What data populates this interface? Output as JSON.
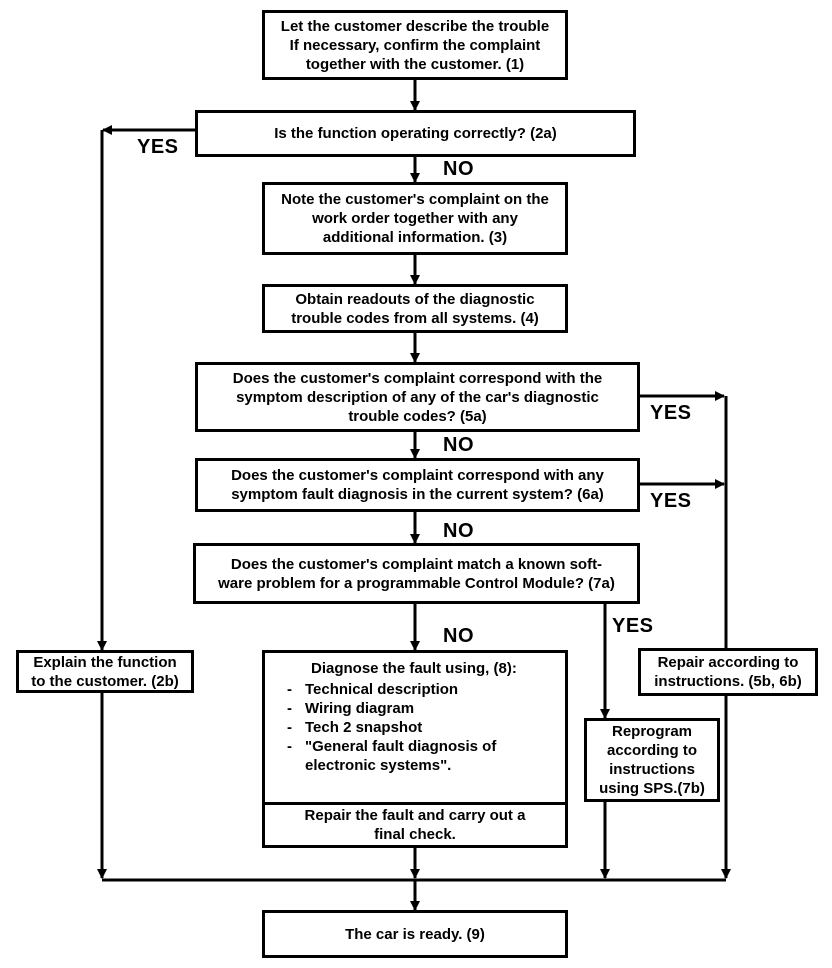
{
  "boxes": {
    "step1": "Let the customer describe the trouble\nIf necessary, confirm the complaint\ntogether with the customer. (1)",
    "step2a": "Is the function operating correctly?  (2a)",
    "step3": "Note the customer's complaint on the\nwork order together with any\nadditional information.  (3)",
    "step4": "Obtain readouts of the diagnostic\ntrouble codes from all systems. (4)",
    "step5a": "Does the customer's complaint correspond with the\nsymptom description of any of the car's diagnostic\ntrouble codes? (5a)",
    "step6a": "Does the customer's complaint correspond with any\nsymptom fault diagnosis in the current system? (6a)",
    "step7a": "Does the customer's complaint match a known soft-\nware problem for a programmable Control Module? (7a)",
    "step2b": "Explain the function\nto the customer. (2b)",
    "step8_head": "Diagnose the fault using, (8):",
    "step8_items": [
      "Technical description",
      "Wiring diagram",
      "Tech 2 snapshot",
      "\"General fault diagnosis of electronic systems\"."
    ],
    "repair": "Repair the fault and carry out a\nfinal check.",
    "step7b": "Reprogram\naccording to\ninstructions\nusing SPS.(7b)",
    "step5b6b": "Repair according to\ninstructions. (5b, 6b)",
    "step9": "The car is ready. (9)"
  },
  "labels": {
    "yes_2a": "YES",
    "no_2a": "NO",
    "yes_5a": "YES",
    "no_5a": "NO",
    "yes_6a": "YES",
    "no_6a": "NO",
    "yes_7a": "YES",
    "no_7a": "NO"
  }
}
